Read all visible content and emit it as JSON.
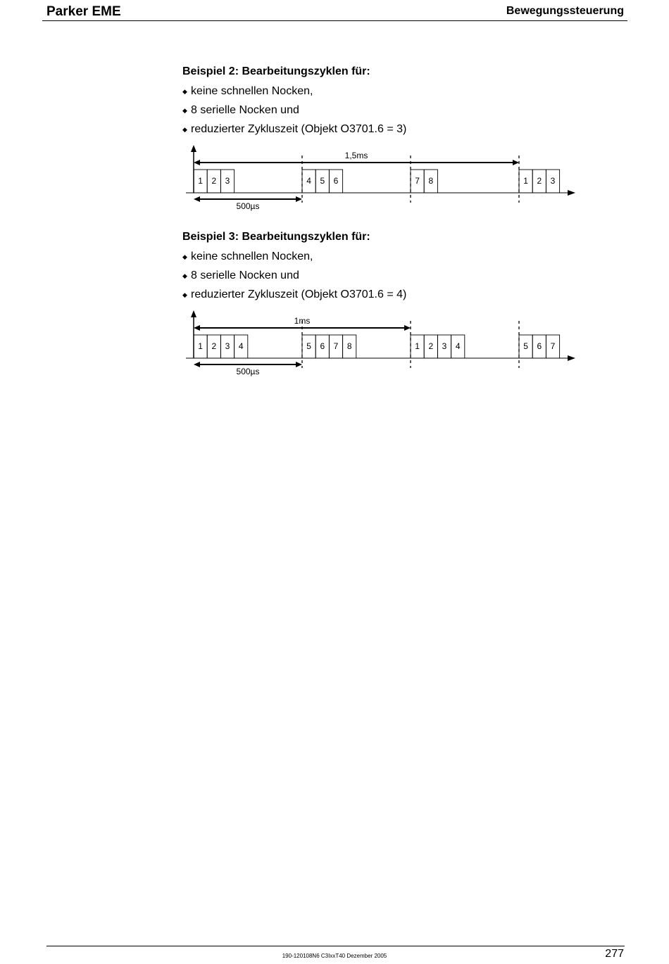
{
  "header": {
    "brand": "Parker EME",
    "section": "Bewegungssteuerung"
  },
  "examples": [
    {
      "heading": "Beispiel 2: Bearbeitungszyklen für:",
      "bullets": [
        "keine schnellen Nocken,",
        "8 serielle Nocken und",
        "reduzierter Zykluszeit (Objekt O3701.6 = 3)"
      ],
      "diagram": {
        "cycle_label": "1,5ms",
        "slot_label": "500µs",
        "slots": [
          [
            "1",
            "2",
            "3"
          ],
          [
            "4",
            "5",
            "6"
          ],
          [
            "7",
            "8"
          ],
          [
            "1",
            "2",
            "3"
          ]
        ]
      }
    },
    {
      "heading": "Beispiel 3: Bearbeitungszyklen für:",
      "bullets": [
        "keine schnellen Nocken,",
        "8 serielle Nocken und",
        "reduzierter Zykluszeit (Objekt O3701.6 = 4)"
      ],
      "diagram": {
        "cycle_label": "1ms",
        "slot_label": "500µs",
        "slots": [
          [
            "1",
            "2",
            "3",
            "4"
          ],
          [
            "5",
            "6",
            "7",
            "8"
          ],
          [
            "1",
            "2",
            "3",
            "4"
          ],
          [
            "5",
            "6",
            "7"
          ]
        ]
      }
    }
  ],
  "footer": {
    "doc_code": "190-120108N6 C3IxxT40 Dezember 2005",
    "page_number": "277"
  }
}
